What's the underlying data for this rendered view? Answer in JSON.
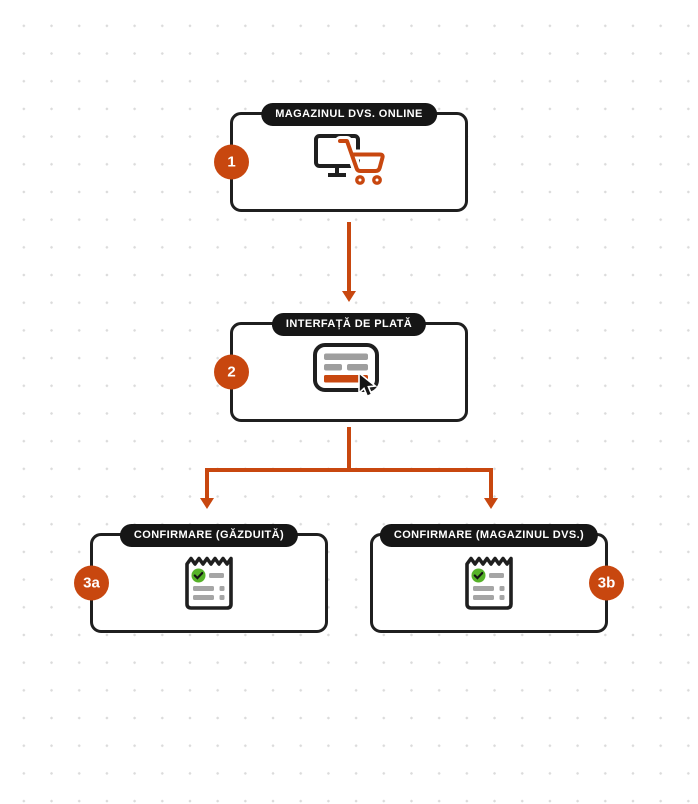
{
  "colors": {
    "accent_orange": "#c8470f",
    "badge_background": "#161616",
    "node_border": "#1f1f1f",
    "success_green": "#56b229",
    "bar_gray": "#9e9e9e",
    "dot_gray": "#dbdbdb"
  },
  "nodes": {
    "store": {
      "step": "1",
      "label": "MAGAZINUL DVS. ONLINE",
      "icon": "monitor-cart-icon"
    },
    "payment": {
      "step": "2",
      "label": "INTERFAȚĂ DE PLATĂ",
      "icon": "payment-form-cursor-icon"
    },
    "confirm_hosted": {
      "step": "3a",
      "label": "CONFIRMARE (GĂZDUITĂ)",
      "icon": "receipt-check-icon"
    },
    "confirm_store": {
      "step": "3b",
      "label": "CONFIRMARE (MAGAZINUL DVS.)",
      "icon": "receipt-check-icon"
    }
  }
}
